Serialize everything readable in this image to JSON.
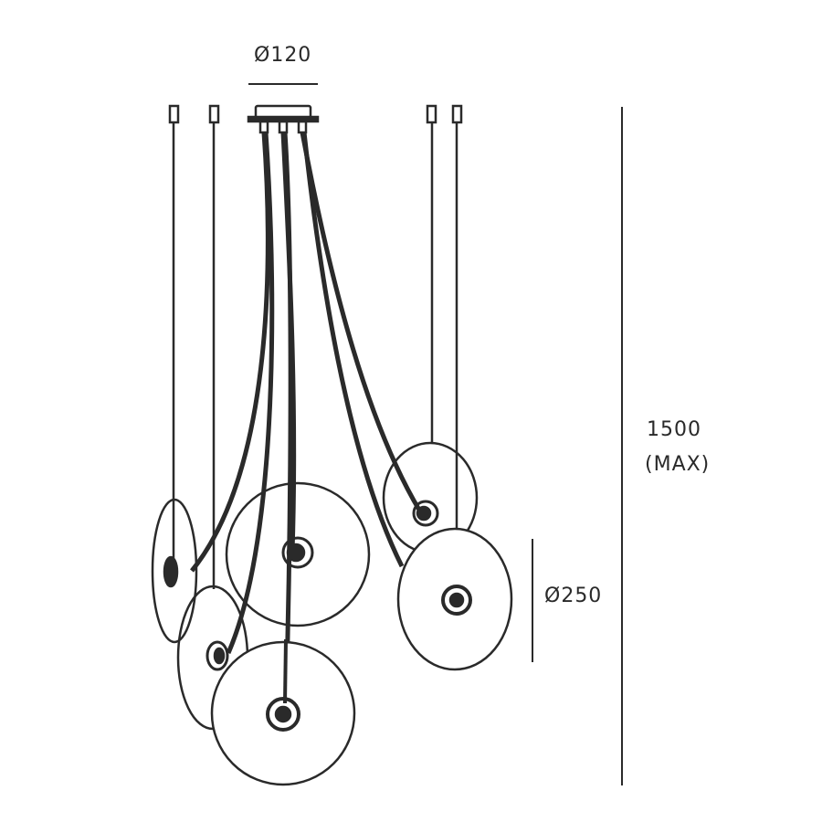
{
  "dimensions": {
    "canopy_diameter": "Ø120",
    "height": "1500",
    "height_note": "(MAX)",
    "shade_diameter": "Ø250"
  },
  "colors": {
    "line": "#2a2a2a",
    "background": "#ffffff"
  }
}
